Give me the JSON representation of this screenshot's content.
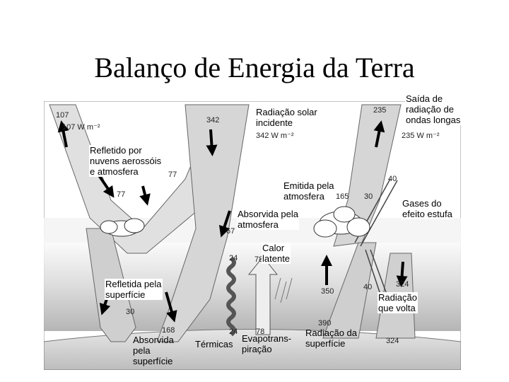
{
  "title": "Balanço de Energia da Terra",
  "labels": {
    "radiacao_solar": "Radiação solar\nincidente",
    "saida": "Saída de\nradiação de\nondas longas",
    "refletido_nuvens": "Refletido por\nnuvens aerossóis\ne atmosfera",
    "emitida": "Emitida pela\natmosfera",
    "gases": "Gases do\nefeito estufa",
    "absorvida_atm": "Absorvida pela\natmosfera",
    "calor_latente": "Calor\nlatente",
    "refletida_sup": "Refletida pela\nsuperfície",
    "radiacao_volta": "Radiação\nque volta",
    "absorvida_sup": "Absorvida\npela\nsuperfície",
    "termicas": "Térmicas",
    "evapo": "Evapotrans-\npiração",
    "radiacao_sup": "Radiação da\nsuperfície"
  },
  "units": {
    "refl": "107 W m⁻²",
    "inc": "342 W m⁻²",
    "out": "235 W m⁻²"
  },
  "numbers": {
    "n107": "107",
    "n342": "342",
    "n235": "235",
    "n77a": "77",
    "n77b": "77",
    "n40a": "40",
    "n165": "165",
    "n30a": "30",
    "n67": "67",
    "n24a": "24",
    "n78a": "78",
    "n350": "350",
    "n40b": "40",
    "n324a": "324",
    "n30b": "30",
    "n168": "168",
    "n24b": "24",
    "n78b": "78",
    "n390": "390",
    "n324b": "324"
  }
}
